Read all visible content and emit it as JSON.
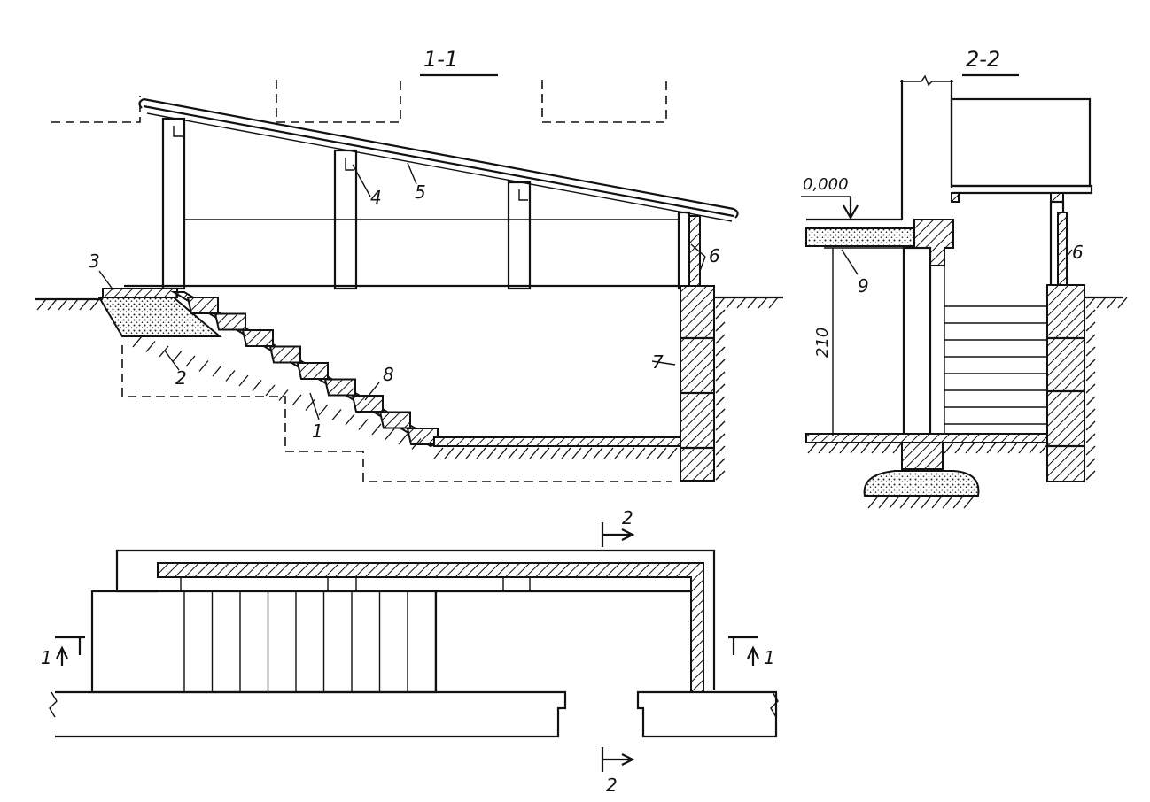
{
  "titles": {
    "section_1": "1-1",
    "section_2": "2-2"
  },
  "callouts_section_1": [
    "1",
    "2",
    "3",
    "4",
    "5",
    "6",
    "7",
    "8"
  ],
  "callouts_section_2": [
    "6",
    "9"
  ],
  "level_mark": "0,000",
  "height_dim": "210",
  "plan_cut_labels": {
    "cut_1_left": "1",
    "cut_1_right": "1",
    "cut_2_top": "2",
    "cut_2_bottom": "2"
  }
}
